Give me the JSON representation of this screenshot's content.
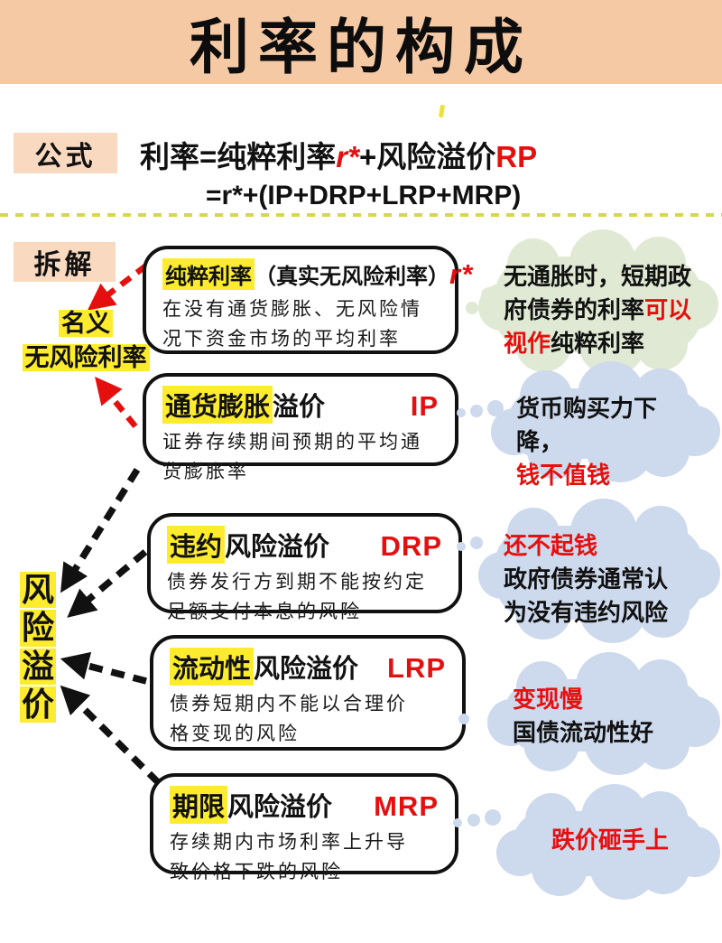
{
  "title": "利率的构成",
  "formula": {
    "label": "公式",
    "line1": [
      {
        "text": "利率=纯粹利率",
        "color": "black"
      },
      {
        "text": "r*",
        "color": "red"
      },
      {
        "text": "+风险溢价",
        "color": "black"
      },
      {
        "text": "RP",
        "color": "red"
      }
    ],
    "line2": "=r*+(IP+DRP+LRP+MRP)"
  },
  "breakdown_label": "拆解",
  "left_labels": {
    "nominal_risk_free": [
      "名义",
      "无风险利率"
    ],
    "risk_premium_vertical": [
      "风",
      "险",
      "溢",
      "价"
    ]
  },
  "boxes": [
    {
      "highlight": "纯粹利率",
      "title_rest": "（真实无风险利率）",
      "code": "r*",
      "body": [
        "在没有通货膨胀、无风险情",
        "况下资金市场的平均利率"
      ]
    },
    {
      "highlight": "通货膨胀",
      "title_rest": "溢价",
      "code": "IP",
      "body": [
        "证券存续期间预期的平均通",
        "货膨胀率"
      ]
    },
    {
      "highlight": "违约",
      "title_rest": "风险溢价",
      "code": "DRP",
      "body": [
        "债券发行方到期不能按约定",
        "足额支付本息的风险"
      ]
    },
    {
      "highlight": "流动性",
      "title_rest": "风险溢价",
      "code": "LRP",
      "body": [
        "债券短期内不能以合理价",
        "格变现的风险"
      ]
    },
    {
      "highlight": "期限",
      "title_rest": "风险溢价",
      "code": "MRP",
      "body": [
        "存续期内市场利率上升导",
        "致价格下跌的风险"
      ]
    }
  ],
  "clouds": [
    {
      "tone": "green",
      "lines": [
        [
          {
            "text": "无通胀时，短期政",
            "color": "black"
          }
        ],
        [
          {
            "text": "府债券的利率",
            "color": "black"
          },
          {
            "text": "可以",
            "color": "red"
          }
        ],
        [
          {
            "text": "视作",
            "color": "red"
          },
          {
            "text": "纯粹利率",
            "color": "black"
          }
        ]
      ]
    },
    {
      "tone": "blue",
      "lines": [
        [
          {
            "text": "货币购买力下降，",
            "color": "black"
          }
        ],
        [
          {
            "text": "钱不值钱",
            "color": "red"
          }
        ]
      ]
    },
    {
      "tone": "blue",
      "lines": [
        [
          {
            "text": "还不起钱",
            "color": "red"
          }
        ],
        [
          {
            "text": "政府债券通常认",
            "color": "black"
          }
        ],
        [
          {
            "text": "为没有违约风险",
            "color": "black"
          }
        ]
      ]
    },
    {
      "tone": "blue",
      "lines": [
        [
          {
            "text": "变现慢",
            "color": "red"
          }
        ],
        [
          {
            "text": "国债流动性好",
            "color": "black"
          }
        ]
      ]
    },
    {
      "tone": "blue",
      "lines": [
        [
          {
            "text": "跌价砸手上",
            "color": "red"
          }
        ]
      ]
    }
  ],
  "colors": {
    "header_bg": "#f6c9a5",
    "label_bg": "#f9d9bf",
    "accent_red": "#e60f0f",
    "highlight_yellow": "#fdec2e",
    "cloud_green": "#dfe9d3",
    "cloud_blue": "#cdd9ec",
    "separator_yellow": "#d9d54f",
    "box_border": "#111111"
  }
}
